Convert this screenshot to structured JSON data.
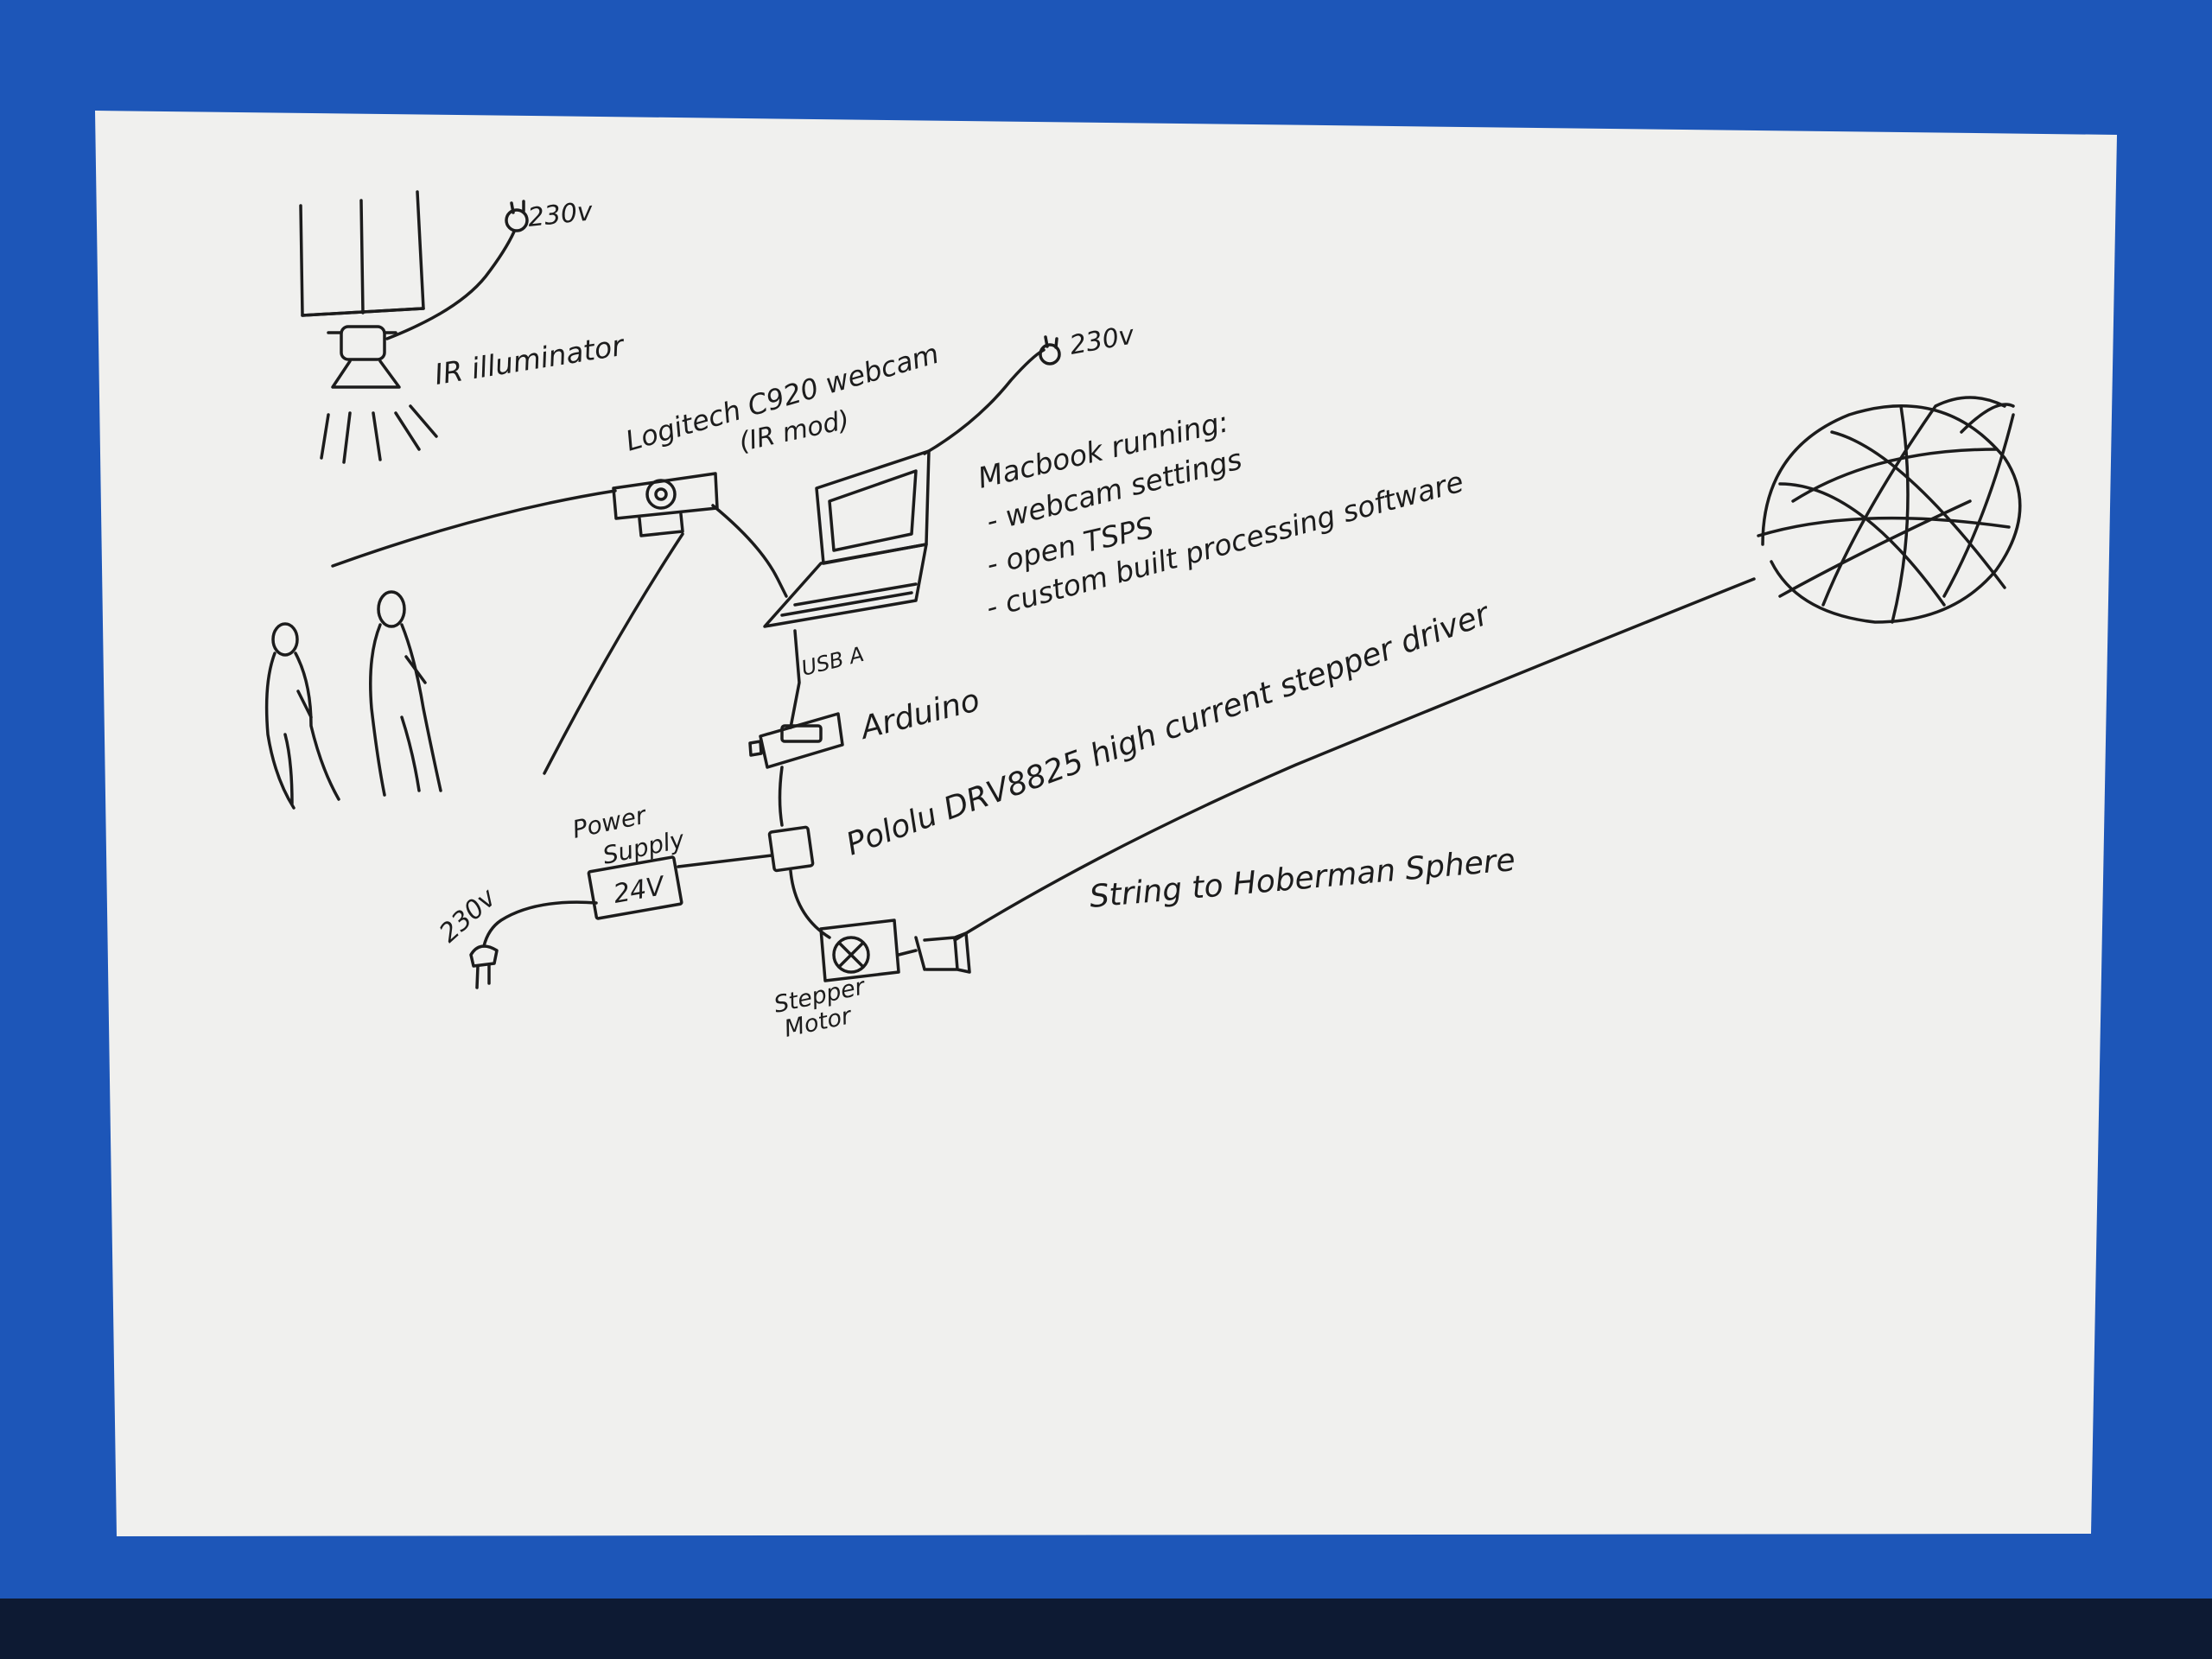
{
  "colors": {
    "background": "#1d56b8",
    "paper": "#f0f0ee",
    "ink": "#1c1c1c"
  },
  "labels": {
    "illuminator_voltage": "230v",
    "illuminator": "IR illuminator",
    "webcam_line1": "Logitech C920 webcam",
    "webcam_line2": "(IR mod)",
    "laptop_voltage": "230v",
    "macbook_heading": "Macbook running:",
    "macbook_item1": "- webcam settings",
    "macbook_item2": "- open TSPS",
    "macbook_item3": "- custom built processing software",
    "usb": "USB A",
    "arduino": "Arduino",
    "driver": "Pololu DRV8825 high current stepper driver",
    "power_supply_line1": "Power",
    "power_supply_line2": "Supply",
    "power_voltage_box": "24V",
    "mains_voltage": "230v",
    "stepper_line1": "Stepper",
    "stepper_line2": "Motor",
    "string": "String to Hoberman Sphere"
  }
}
